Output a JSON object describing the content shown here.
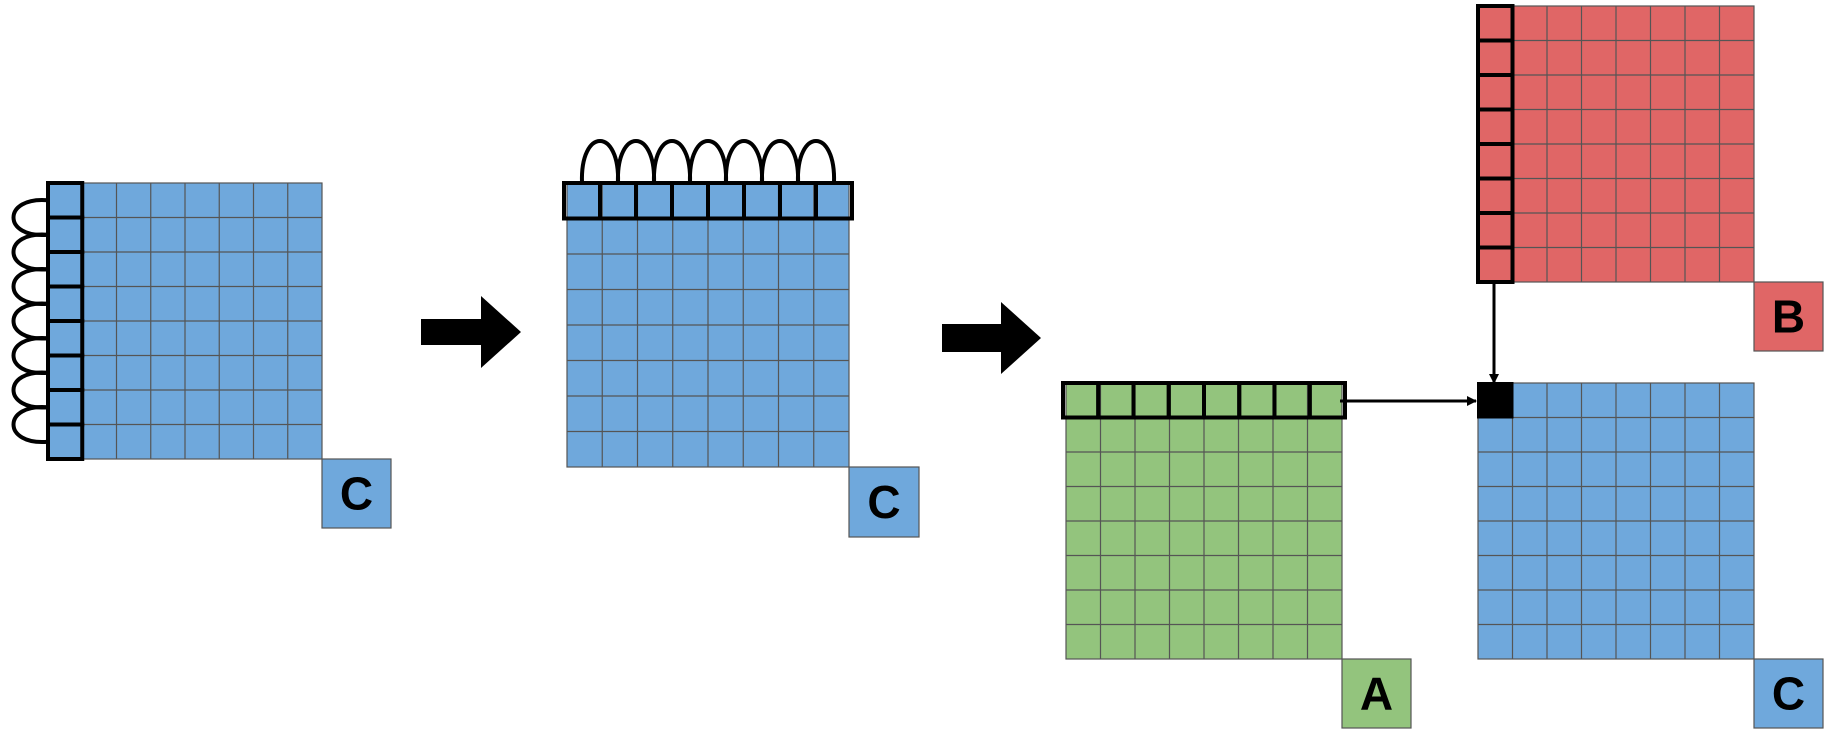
{
  "colors": {
    "blue": "#6fa8dc",
    "green": "#93c47d",
    "red": "#e06666",
    "grid_line": "#555555",
    "emphasis": "#000000"
  },
  "grid": {
    "rows": 8,
    "cols": 8
  },
  "matrices": {
    "step1_c": {
      "label": "C",
      "color": "blue",
      "highlight": "first-column",
      "loops": "left"
    },
    "step2_c": {
      "label": "C",
      "color": "blue",
      "highlight": "first-row",
      "loops": "top"
    },
    "step3_a": {
      "label": "A",
      "color": "green",
      "highlight": "first-row"
    },
    "step3_b": {
      "label": "B",
      "color": "red",
      "highlight": "first-column"
    },
    "step3_c": {
      "label": "C",
      "color": "blue",
      "highlight": "first-cell"
    }
  },
  "arrows": [
    {
      "name": "arrow-step1-to-step2",
      "style": "block-right"
    },
    {
      "name": "arrow-step2-to-step3",
      "style": "block-right"
    },
    {
      "name": "arrow-a-row-to-c-cell",
      "style": "line-right"
    },
    {
      "name": "arrow-b-col-to-c-cell",
      "style": "line-down"
    }
  ]
}
